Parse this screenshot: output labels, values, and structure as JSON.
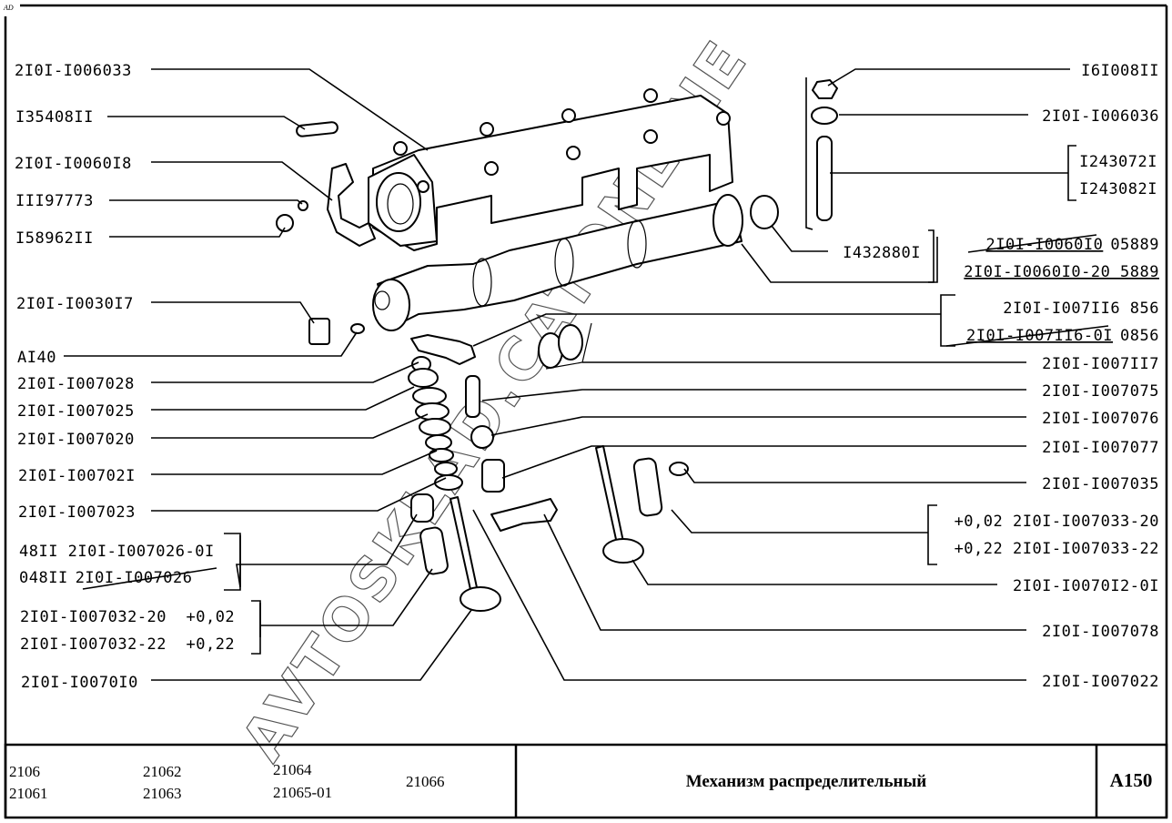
{
  "corner_mark": "AD",
  "watermark": "AVTOSKLAD.CATONLINE",
  "labels_left": [
    {
      "id": "l1",
      "text": "2I0I-I006033"
    },
    {
      "id": "l2",
      "text": "I35408II"
    },
    {
      "id": "l3",
      "text": "2I0I-I0060I8"
    },
    {
      "id": "l4",
      "text": "III97773"
    },
    {
      "id": "l5",
      "text": "I58962II"
    },
    {
      "id": "l6",
      "text": "2I0I-I0030I7"
    },
    {
      "id": "l7",
      "text": "AI40"
    },
    {
      "id": "l8",
      "text": "2I0I-I007028"
    },
    {
      "id": "l9",
      "text": "2I0I-I007025"
    },
    {
      "id": "l10",
      "text": "2I0I-I007020"
    },
    {
      "id": "l11",
      "text": "2I0I-I00702I"
    },
    {
      "id": "l12",
      "text": "2I0I-I007023"
    },
    {
      "id": "l13a",
      "text": "48II 2I0I-I007026-0I"
    },
    {
      "id": "l13b",
      "text": "048II",
      "strike_text": "2I0I-I007026",
      "struck": true
    },
    {
      "id": "l14a",
      "text": "2I0I-I007032-20  +0,02"
    },
    {
      "id": "l14b",
      "text": "2I0I-I007032-22  +0,22"
    },
    {
      "id": "l15",
      "text": "2I0I-I0070I0"
    }
  ],
  "labels_right": [
    {
      "id": "r1",
      "text": "I6I008II"
    },
    {
      "id": "r2",
      "text": "2I0I-I006036"
    },
    {
      "id": "r3a",
      "text": "I243072I"
    },
    {
      "id": "r3b",
      "text": "I243082I"
    },
    {
      "id": "r4",
      "text": "I432880I"
    },
    {
      "id": "r5a",
      "strike_text": "2I0I-I0060I0",
      "text": "05889",
      "struck": true
    },
    {
      "id": "r5b",
      "text": "2I0I-I0060I0-20 5889"
    },
    {
      "id": "r6a",
      "text": "2I0I-I007II6 856"
    },
    {
      "id": "r6b",
      "strike_text": "2I0I-I007II6-0I",
      "text": "0856",
      "struck": true
    },
    {
      "id": "r7",
      "text": "2I0I-I007II7"
    },
    {
      "id": "r8",
      "text": "2I0I-I007075"
    },
    {
      "id": "r9",
      "text": "2I0I-I007076"
    },
    {
      "id": "r10",
      "text": "2I0I-I007077"
    },
    {
      "id": "r11",
      "text": "2I0I-I007035"
    },
    {
      "id": "r12a",
      "text": "+0,02 2I0I-I007033-20"
    },
    {
      "id": "r12b",
      "text": "+0,22 2I0I-I007033-22"
    },
    {
      "id": "r13",
      "text": "2I0I-I0070I2-0I"
    },
    {
      "id": "r14",
      "text": "2I0I-I007078"
    },
    {
      "id": "r15",
      "text": "2I0I-I007022"
    }
  ],
  "title_block": {
    "models": [
      [
        "2106",
        "21061"
      ],
      [
        "21062",
        "21063"
      ],
      [
        "21064",
        "21065-01"
      ],
      [
        "21066"
      ]
    ],
    "title": "Механизм распределительный",
    "code": "A150"
  }
}
